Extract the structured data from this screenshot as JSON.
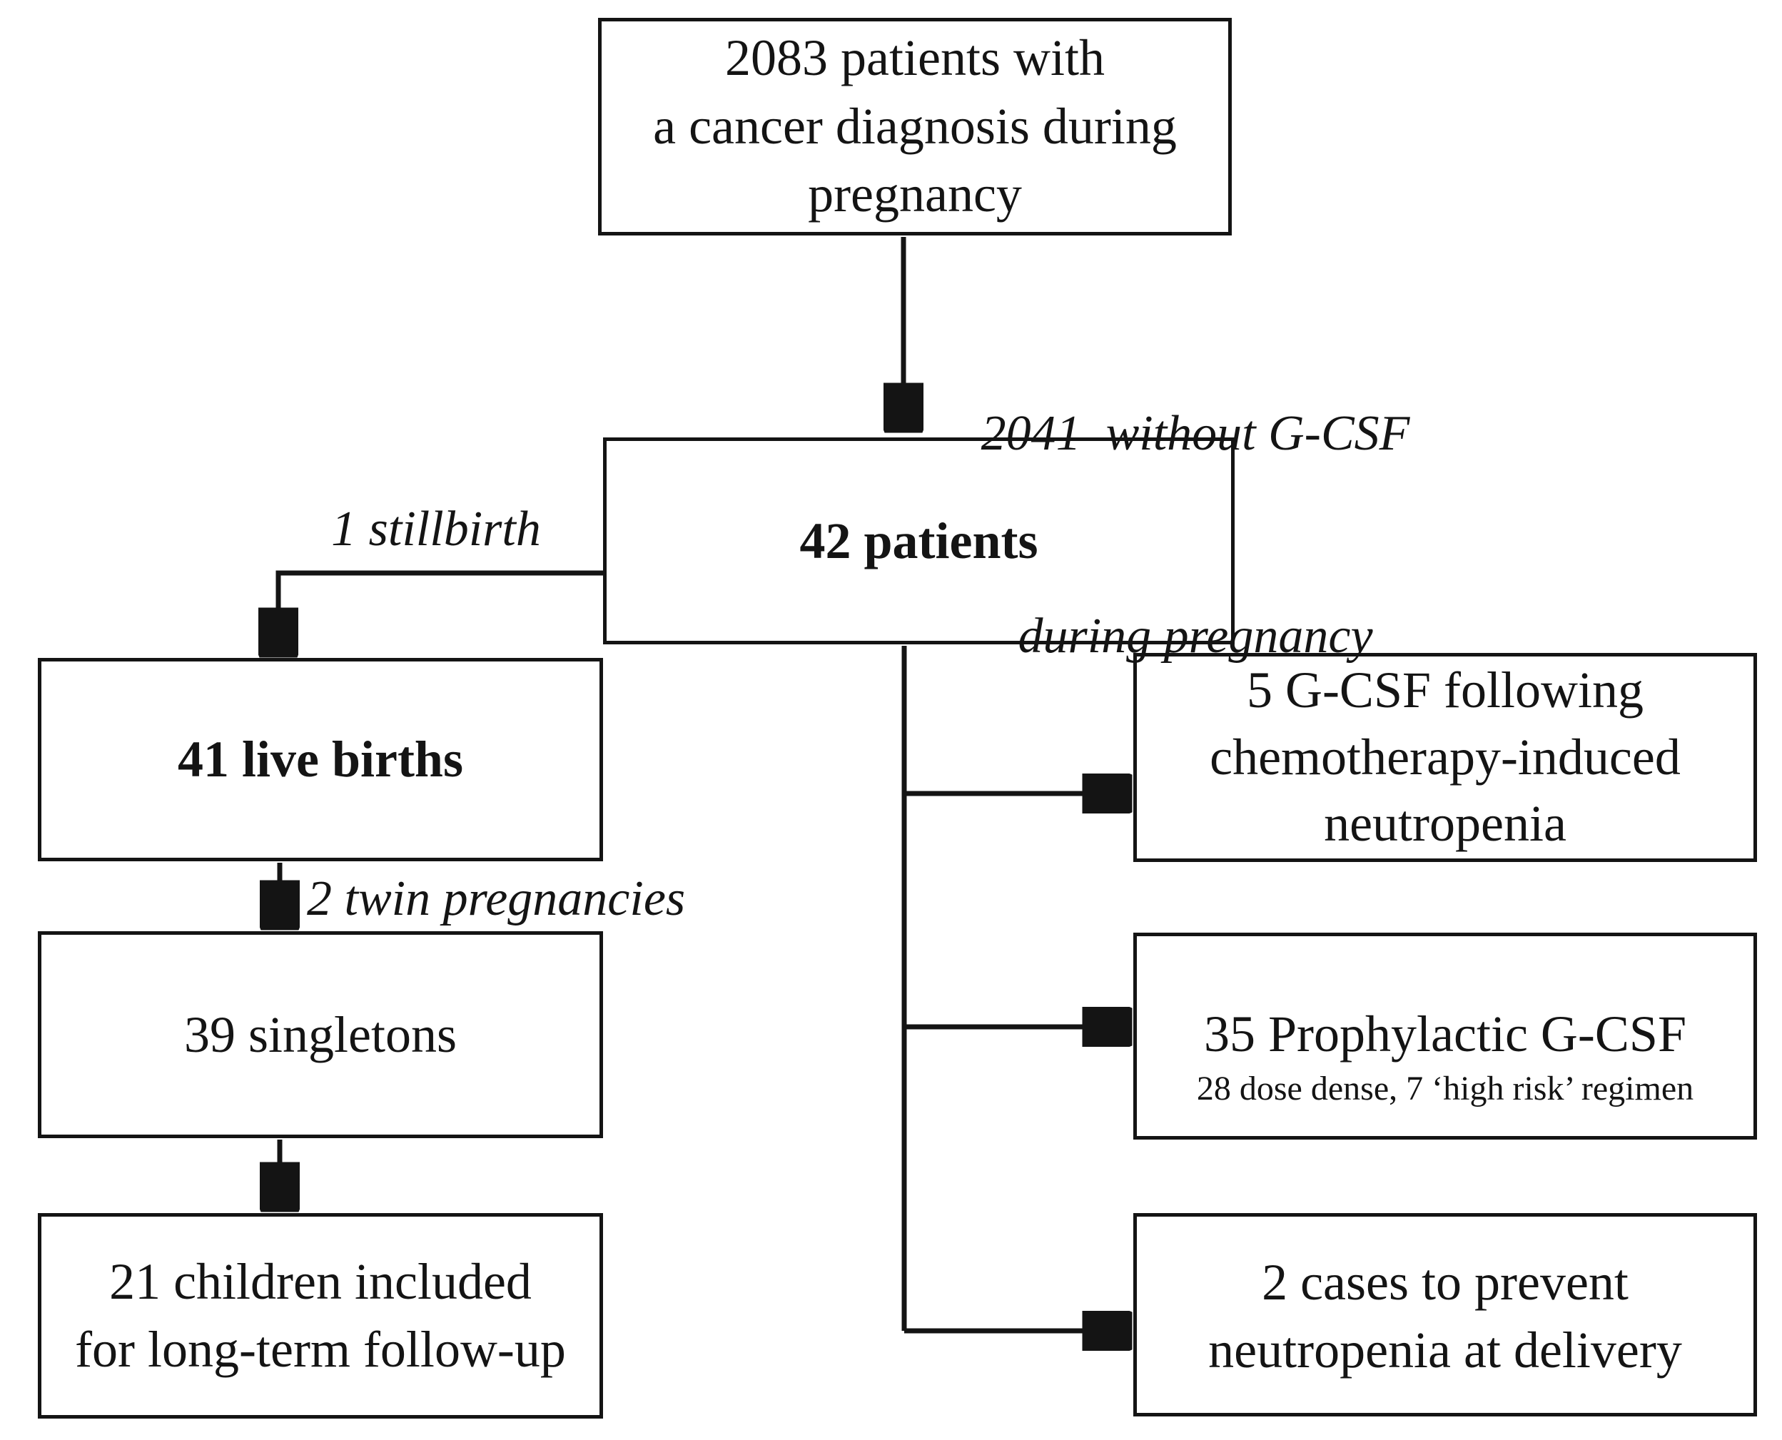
{
  "flowchart": {
    "nodes": {
      "cohort": {
        "lines": [
          "2083 patients with",
          "a cancer diagnosis during",
          "pregnancy"
        ]
      },
      "patients42": {
        "lines": [
          "42 patients"
        ]
      },
      "livebirths": {
        "lines": [
          "41 live births"
        ]
      },
      "singletons": {
        "lines": [
          "39 singletons"
        ]
      },
      "followup": {
        "lines": [
          "21 children included",
          "for long-term follow-up"
        ]
      },
      "gcsf_cin": {
        "lines": [
          "5 G-CSF following",
          "chemotherapy-induced",
          "neutropenia"
        ]
      },
      "gcsf_prophylactic": {
        "main": "35 Prophylactic G-CSF",
        "sub": "28 dose dense, 7 ‘high risk’ regimen"
      },
      "gcsf_delivery": {
        "lines": [
          "2 cases to prevent",
          "neutropenia at delivery"
        ]
      }
    },
    "edge_labels": {
      "without_gcsf_line1": "2041  without G-CSF",
      "without_gcsf_line2": "during pregnancy",
      "stillbirth": "1 stillbirth",
      "twins": "2 twin pregnancies"
    },
    "colors": {
      "ink": "#141414",
      "background": "#ffffff"
    }
  }
}
